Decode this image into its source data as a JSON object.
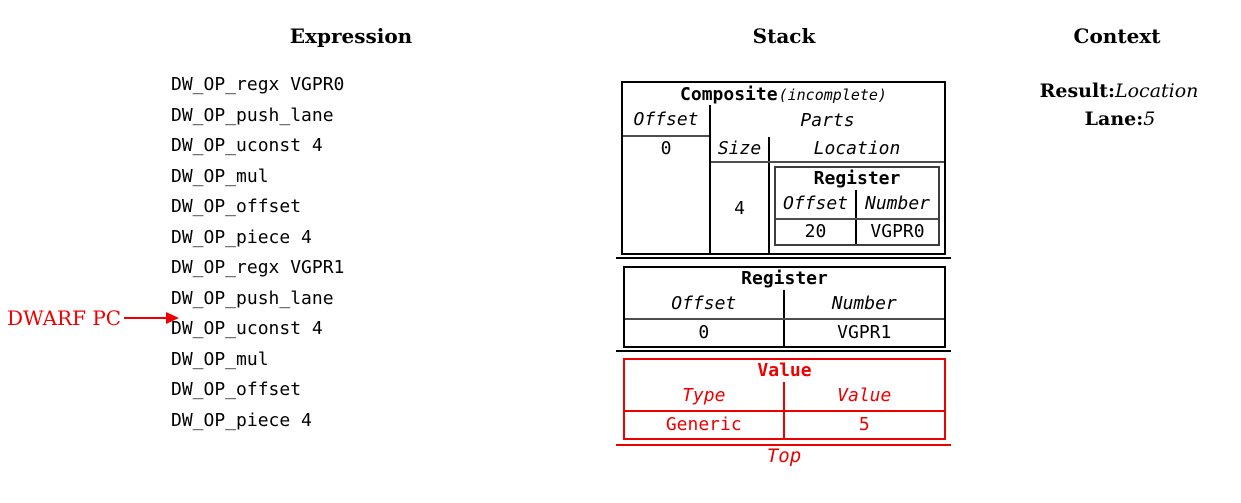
{
  "headers": {
    "expression": "Expression",
    "stack": "Stack",
    "context": "Context"
  },
  "expression": {
    "pc_label": "DWARF PC",
    "ops": [
      "DW_OP_regx VGPR0",
      "DW_OP_push_lane",
      "DW_OP_uconst 4",
      "DW_OP_mul",
      "DW_OP_offset",
      "DW_OP_piece 4",
      "DW_OP_regx VGPR1",
      "DW_OP_push_lane",
      "DW_OP_uconst 4",
      "DW_OP_mul",
      "DW_OP_offset",
      "DW_OP_piece 4"
    ]
  },
  "stack": {
    "composite": {
      "title": "Composite",
      "subtitle": "(incomplete)",
      "offset_header": "Offset",
      "offset_value": "0",
      "parts_header": "Parts",
      "size_header": "Size",
      "location_header": "Location",
      "size_value": "4",
      "register": {
        "title": "Register",
        "offset_header": "Offset",
        "number_header": "Number",
        "offset_value": "20",
        "number_value": "VGPR0"
      }
    },
    "register": {
      "title": "Register",
      "offset_header": "Offset",
      "number_header": "Number",
      "offset_value": "0",
      "number_value": "VGPR1"
    },
    "value": {
      "title": "Value",
      "type_header": "Type",
      "value_header": "Value",
      "type_value": "Generic",
      "value_value": "5"
    },
    "top_label": "Top"
  },
  "context": {
    "result_label": "Result:",
    "result_value": "Location",
    "lane_label": "Lane:",
    "lane_value": "5"
  },
  "colors": {
    "accent_red": "#ee0000",
    "text_black": "#000000",
    "header_rule_gray": "#4d4d4d"
  }
}
